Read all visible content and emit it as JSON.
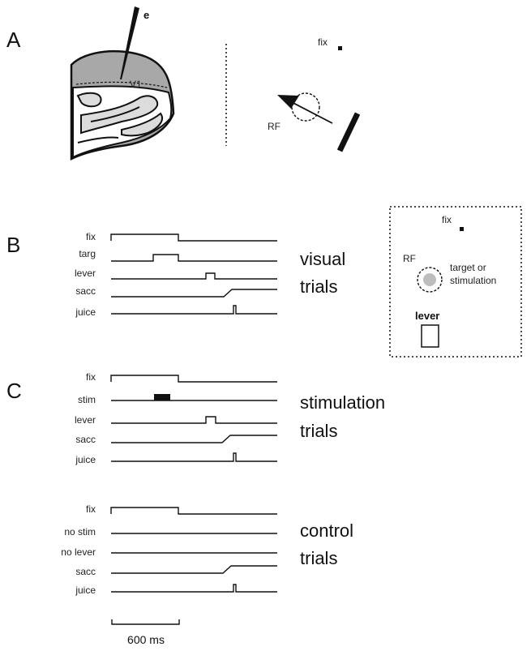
{
  "panels": {
    "a": {
      "letter": "A",
      "electrode_label": "e",
      "v1_label": "V1",
      "fix_label": "fix",
      "rf_label": "RF"
    },
    "b": {
      "letter": "B",
      "signals": [
        "fix",
        "targ",
        "lever",
        "sacc",
        "juice"
      ],
      "trial_label_line1": "visual",
      "trial_label_line2": "trials",
      "inset": {
        "fix_label": "fix",
        "rf_label": "RF",
        "target_line1": "target or",
        "target_line2": "stimulation",
        "lever_label": "lever"
      }
    },
    "c": {
      "letter": "C",
      "stim_signals": [
        "fix",
        "stim",
        "lever",
        "sacc",
        "juice"
      ],
      "stim_label_line1": "stimulation",
      "stim_label_line2": "trials",
      "control_signals": [
        "fix",
        "no stim",
        "no  lever",
        "sacc",
        "juice"
      ],
      "control_label_line1": "control",
      "control_label_line2": "trials"
    }
  },
  "scale_bar_label": "600 ms",
  "colors": {
    "ink": "#111111",
    "cortex_gray": "#a8a8a8",
    "target_gray": "#bdbdbd"
  }
}
